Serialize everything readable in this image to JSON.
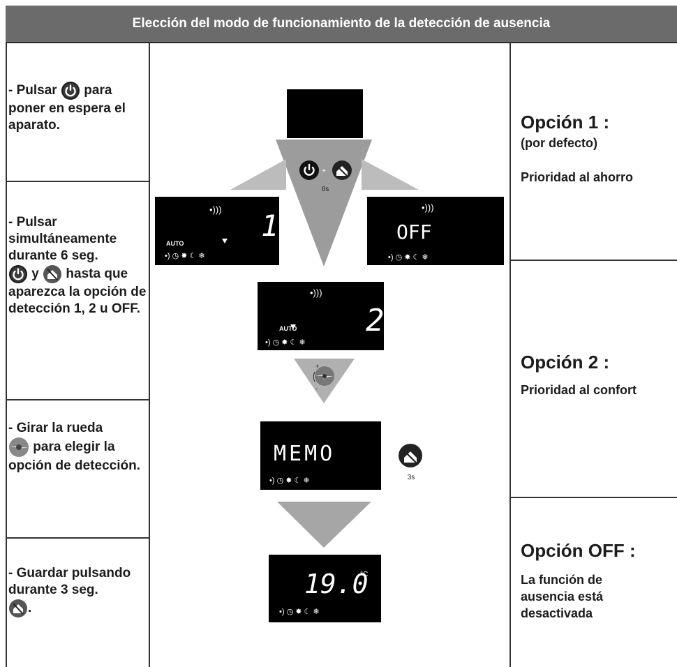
{
  "header": {
    "title": "Elección del modo de funcionamiento de la detección de ausencia"
  },
  "steps": {
    "s1": {
      "pre": "- Pulsar",
      "post": "para poner en espera el aparato."
    },
    "s2": {
      "pre": "- Pulsar simultáneamente durante 6 seg.",
      "mid": "y",
      "post": "hasta que aparezca la opción de detección 1, 2 u OFF."
    },
    "s3": {
      "pre": "- Girar la rueda",
      "post": "para elegir la opción de detección."
    },
    "s4": {
      "pre": "- Guardar pulsando durante 3 seg.",
      "post": "."
    }
  },
  "diagram": {
    "plus": "+",
    "hold_6s": "6s",
    "hold_3s": "3s",
    "screen_left": {
      "label_auto": "AUTO",
      "value": "1"
    },
    "screen_right": {
      "value": "OFF"
    },
    "screen_mid": {
      "label_auto": "AUTO",
      "value": "2"
    },
    "screen_memo": {
      "value": "MEMO"
    },
    "screen_temp": {
      "value": "19.0",
      "unit": "°C"
    },
    "wheel_plus": "+",
    "wheel_minus": "-"
  },
  "options": {
    "o1": {
      "title": "Opción 1 :",
      "sub": "(por defecto)",
      "desc": "Prioridad al ahorro"
    },
    "o2": {
      "title": "Opción 2 :",
      "desc": "Prioridad al confort"
    },
    "o3": {
      "title": "Opción OFF :",
      "desc": "La función de ausencia está desactivada"
    }
  },
  "colors": {
    "header_bg": "#6b6b6b",
    "arrow": "#9a9a9a",
    "screen": "#000000"
  }
}
